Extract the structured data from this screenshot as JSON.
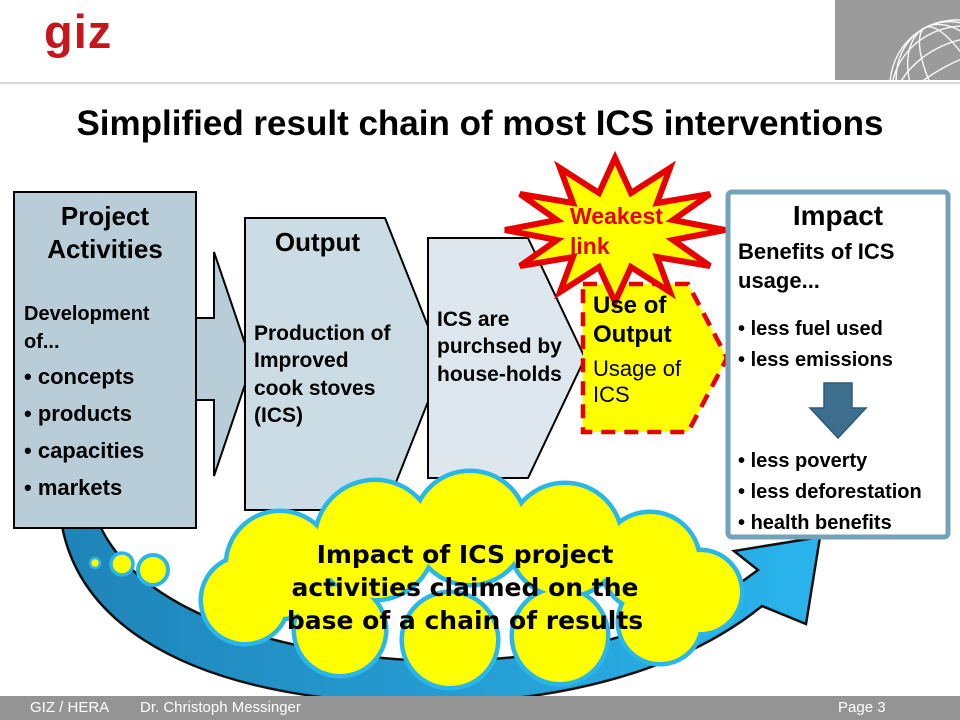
{
  "header": {
    "logo_text": "giz"
  },
  "title": "Simplified result chain of most ICS interventions",
  "project": {
    "title": "Project Activities",
    "subtitle": "Development of...",
    "bullets": [
      "concepts",
      "products",
      "capacities",
      "markets"
    ]
  },
  "output": {
    "title": "Output",
    "body": "Production of Improved cook stoves (ICS)"
  },
  "purchase": {
    "body": "ICS are purchsed by house-holds"
  },
  "starburst": {
    "label": "Weakest link"
  },
  "use_of_output": {
    "title": "Use of Output",
    "subtitle": "Usage of ICS"
  },
  "impact": {
    "title": "Impact",
    "subtitle": "Benefits of ICS usage...",
    "bullets_top": [
      "less fuel used",
      "less emissions"
    ],
    "bullets_bottom": [
      "less poverty",
      "less deforestation",
      "health benefits"
    ]
  },
  "cloud": {
    "text": "Impact of ICS project\nactivities claimed on the\nbase of a chain of results"
  },
  "footer": {
    "org": "GIZ / HERA",
    "author": "Dr. Christoph Messinger",
    "page": "Page 3"
  },
  "colors": {
    "giz_red": "#c4161c",
    "box_blue_dark": "#b8cdd8",
    "box_blue_mid": "#ccdce5",
    "box_blue_light": "#dde7ed",
    "highlight_yellow": "#ffff00",
    "alert_red": "#e60000",
    "swoosh_blue": "#1b9ed9",
    "cloud_border_cyan": "#29b6ea",
    "impact_border": "#74a2b8",
    "impact_arrow": "#3d6e8e",
    "footer_gray": "#949494",
    "globe_gray": "#9b9b9b"
  }
}
